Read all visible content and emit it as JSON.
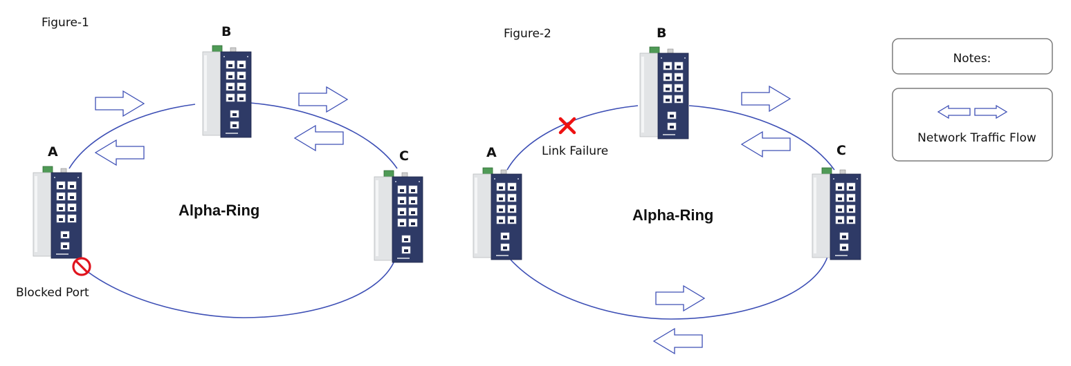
{
  "figure1": {
    "label": "Figure-1",
    "ring_title": "Alpha-Ring",
    "nodes": {
      "a": "A",
      "b": "B",
      "c": "C"
    },
    "blocked_port_label": "Blocked Port"
  },
  "figure2": {
    "label": "Figure-2",
    "ring_title": "Alpha-Ring",
    "nodes": {
      "a": "A",
      "b": "B",
      "c": "C"
    },
    "link_failure_label": "Link Failure"
  },
  "notes": {
    "title": "Notes:",
    "legend_label": "Network Traffic Flow"
  },
  "colors": {
    "ring_line": "#3d4fb5",
    "switch_panel": "#2e3a66",
    "blocked_icon": "#e0141e",
    "failure_icon": "#ee1111"
  },
  "icons": {
    "switch": "industrial-ethernet-switch-icon",
    "blocked": "no-entry-icon",
    "failure": "red-x-icon",
    "flow": "hollow-arrow-icon"
  }
}
